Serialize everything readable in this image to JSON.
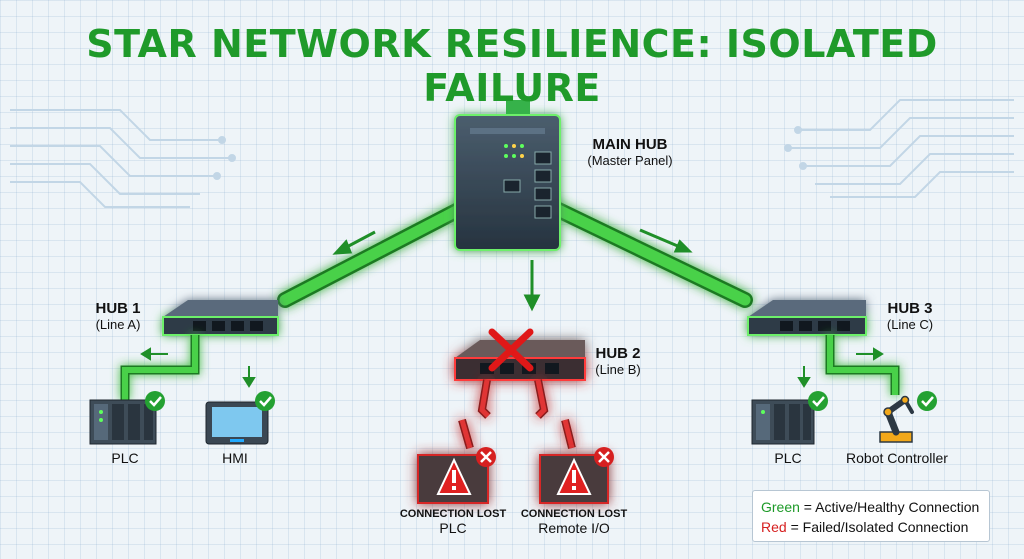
{
  "title": "STAR NETWORK RESILIENCE: ISOLATED FAILURE",
  "main_hub": {
    "name": "MAIN HUB",
    "sub": "(Master Panel)"
  },
  "hubs": [
    {
      "name": "HUB 1",
      "sub": "(Line A)",
      "status": "healthy"
    },
    {
      "name": "HUB 2",
      "sub": "(Line B)",
      "status": "failed"
    },
    {
      "name": "HUB 3",
      "sub": "(Line C)",
      "status": "healthy"
    }
  ],
  "devices": [
    {
      "label": "PLC",
      "hub": "HUB 1",
      "status": "healthy"
    },
    {
      "label": "HMI",
      "hub": "HUB 1",
      "status": "healthy"
    },
    {
      "label": "PLC",
      "hub": "HUB 2",
      "status": "lost",
      "status_text": "CONNECTION LOST"
    },
    {
      "label": "Remote I/O",
      "hub": "HUB 2",
      "status": "lost",
      "status_text": "CONNECTION LOST"
    },
    {
      "label": "PLC",
      "hub": "HUB 3",
      "status": "healthy"
    },
    {
      "label": "Robot Controller",
      "hub": "HUB 3",
      "status": "healthy"
    }
  ],
  "legend": {
    "green_word": "Green",
    "green_text": " = Active/Healthy Connection",
    "red_word": "Red",
    "red_text": " = Failed/Isolated Connection"
  },
  "colors": {
    "healthy": "#39c93a",
    "failed": "#e02424",
    "title": "#1f9a2a"
  }
}
